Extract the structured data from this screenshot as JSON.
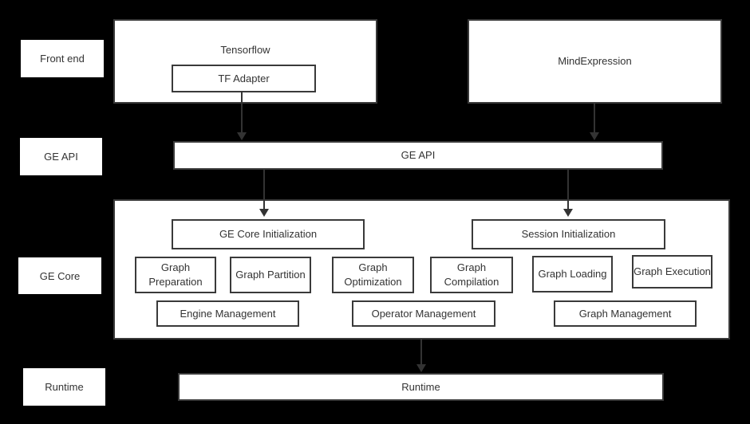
{
  "row_labels": [
    "Front end",
    "GE API",
    "GE Core",
    "Runtime"
  ],
  "frontend": {
    "tensorflow_label": "Tensorflow",
    "tf_adapter_label": "TF Adapter",
    "mindexpression_label": "MindExpression"
  },
  "api_bar_label": "GE API",
  "ge_core": {
    "ge_core_init_label": "GE Core Initialization",
    "session_init_label": "Session Initialization",
    "stages": [
      "Graph Preparation",
      "Graph Partition",
      "Graph Optimization",
      "Graph Compilation",
      "Graph Loading",
      "Graph Execution"
    ],
    "managers": [
      "Engine Management",
      "Operator Management",
      "Graph Management"
    ]
  },
  "runtime_bar_label": "Runtime",
  "colors": {
    "background": "#000000",
    "box_fill": "#ffffff",
    "box_border": "#3a3a3a",
    "text": "#333333",
    "arrow": "#333333"
  }
}
